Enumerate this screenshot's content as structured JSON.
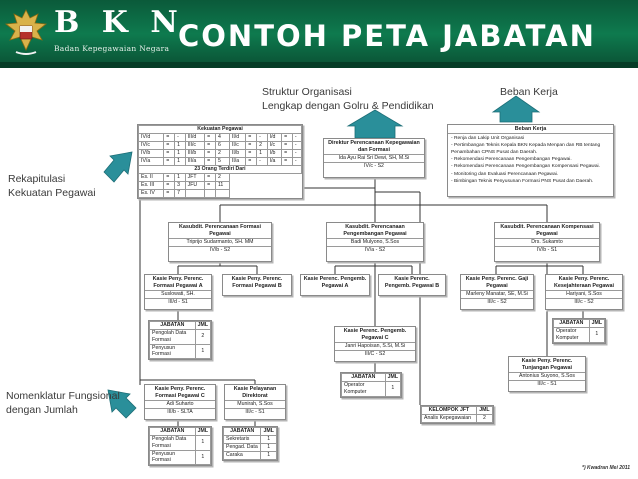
{
  "header": {
    "brand": "B K N",
    "brand_sub": "Badan Kepegawaian Negara",
    "title": "CONTOH PETA JABATAN",
    "colors": {
      "header_green": "#0e7a4e",
      "arrow_teal": "#2a8f9a"
    }
  },
  "annotations": {
    "struktur": "Struktur Organisasi",
    "struktur_2": "Lengkap dengan Golru & Pendidikan",
    "beban": "Beban Kerja",
    "rekap": "Rekapitulasi",
    "rekap_2": "Kekuatan Pegawai",
    "nomenklatur": "Nomenklatur Fungsional",
    "nomenklatur_2": "dengan Jumlah"
  },
  "kekuatan": {
    "title": "Kekuatan Pegawai",
    "rows": [
      [
        "IV/d",
        "=",
        "-",
        "III/d",
        "=",
        "4",
        "II/d",
        "=",
        "-",
        "I/d",
        "=",
        "-"
      ],
      [
        "IV/c",
        "=",
        "1",
        "III/c",
        "=",
        "6",
        "II/c",
        "=",
        "2",
        "I/c",
        "=",
        "-"
      ],
      [
        "IV/b",
        "=",
        "1",
        "III/b",
        "=",
        "2",
        "II/b",
        "=",
        "1",
        "I/b",
        "=",
        "-"
      ],
      [
        "IV/a",
        "=",
        "1",
        "III/a",
        "=",
        "5",
        "II/a",
        "=",
        "-",
        "I/a",
        "=",
        "-"
      ]
    ],
    "sub_title": "23 Orang Terdiri Dari",
    "eselon": [
      [
        "Es. II",
        "=",
        "1",
        "JFT",
        "=",
        "2"
      ],
      [
        "Es. III",
        "=",
        "3",
        "JFU",
        "=",
        "11"
      ],
      [
        "Es. IV",
        "=",
        "7",
        "",
        "",
        ""
      ]
    ]
  },
  "direktur": {
    "title": "Direktur Perencanaan Kepegawaian dan Formasi",
    "name": "Ida Ayu Rai Sri Dewi, SH, M.Si",
    "grade": "IV/c - S2"
  },
  "beban_kerja": {
    "title": "Beban Kerja",
    "items": [
      "- Renja dan Lakip Unit Organisasi",
      "- Pertimbangan Teknis Kepala BKN Kepada Menpan dan RB tentang Penambahan CPNS Pusat dan Daerah.",
      "- Rekomendasi Perencanaan Pengembangan Pegawai.",
      "- Rekomendasi Perencanaan Pengembangan Kompensasi Pegawai.",
      "- Monitoring dan Evaluasi Perencanaan Pegawai.",
      "- Bimbingan Teknis Penyusunan Formasi PNS Pusat dan Daerah."
    ]
  },
  "kasubdit": [
    {
      "title": "Kasubdit. Perencanaan Formasi Pegawai",
      "name": "Triprijo Sudarmanto, SH. MM",
      "grade": "IV/b - S2"
    },
    {
      "title": "Kasubdit. Perencanaan Pengembangan Pegawai",
      "name": "Badi Mulyono, S.Sos",
      "grade": "IV/a - S2"
    },
    {
      "title": "Kasubdit. Perencanaan Kompensasi Pegawai",
      "name": "Drs. Sukamto",
      "grade": "IV/b - S1"
    }
  ],
  "kasie": {
    "fa": {
      "title": "Kasie Peny. Perenc. Formasi Pegawai A",
      "name": "Suslowati, SH.",
      "grade": "III/d - S1"
    },
    "fb": {
      "title": "Kasie Peny. Perenc. Formasi Pegawai B"
    },
    "pa": {
      "title": "Kasie Perenc. Pengemb. Pegawai A"
    },
    "pb": {
      "title": "Kasie Perenc. Pengemb. Pegawai B"
    },
    "pc": {
      "title": "Kasie Perenc. Pengemb. Pegawai C",
      "name": "Janri Hapoisan, S.Si, M.Si",
      "grade": "III/C - S2"
    },
    "gaji": {
      "title": "Kasie Peny. Perenc. Gaji Pegawai",
      "name": "Marleny Manatar, SE, M.Si",
      "grade": "III/c - S2"
    },
    "kesej": {
      "title": "Kasie Peny. Perenc. Kesejahteraan Pegawai",
      "name": "Hariyani, S.Sos",
      "grade": "III/c - S2"
    },
    "tunj": {
      "title": "Kasie Peny. Perenc. Tunjangan Pegawai",
      "name": "Antonius Suyono, S.Sos",
      "grade": "III/c - S1"
    },
    "fc": {
      "title": "Kasie Peny. Perenc. Formasi Pegawai C",
      "name": "Adi Suharto",
      "grade": "III/b - SLTA"
    },
    "pelayanan": {
      "title": "Kasie Pelayanan Direktorat",
      "name": "Munirah, S.Sos",
      "grade": "III/c - S1"
    }
  },
  "jabatan": {
    "head": [
      "JABATAN",
      "JML"
    ],
    "fa": [
      [
        "Pengolah Data Formasi",
        "2"
      ],
      [
        "Penyusun Formasi",
        "1"
      ]
    ],
    "pc": [
      [
        "Operator Komputer",
        "1"
      ]
    ],
    "kesej": [
      [
        "Operator Komputer",
        "1"
      ]
    ],
    "fc": [
      [
        "Pengolah Data Formasi",
        "1"
      ],
      [
        "Penyusun Formasi",
        "1"
      ]
    ],
    "pelayanan": [
      [
        "Sekretaris",
        "1"
      ],
      [
        "Pengad. Data",
        "1"
      ],
      [
        "Caraka",
        "1"
      ]
    ]
  },
  "jft": {
    "head": [
      "KELOMPOK JFT",
      "JML"
    ],
    "rows": [
      [
        "Analis Kepegawaian",
        "2"
      ]
    ]
  },
  "footnote": "*) Kwadran Mei 2011"
}
